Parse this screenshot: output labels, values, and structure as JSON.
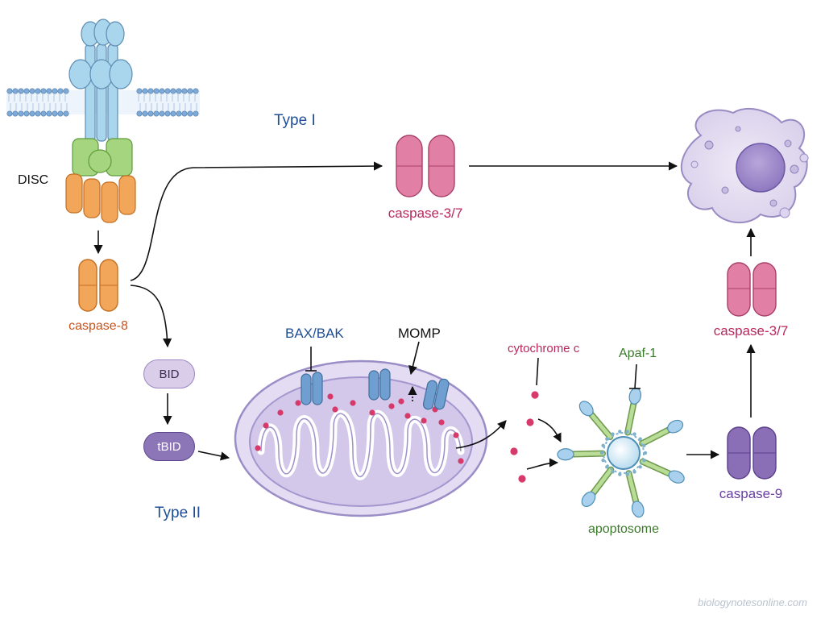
{
  "labels": {
    "disc": "DISC",
    "caspase8": "caspase-8",
    "type1": "Type I",
    "type2": "Type II",
    "caspase37_top": "caspase-3/7",
    "bid": "BID",
    "tbid": "tBID",
    "baxbak": "BAX/BAK",
    "momp": "MOMP",
    "cytochrome_c": "cytochrome c",
    "apaf1": "Apaf-1",
    "apoptosome": "apoptosome",
    "caspase9": "caspase-9",
    "caspase37_right": "caspase-3/7"
  },
  "watermark": "biologynotesonline.com",
  "colors": {
    "membrane": "#7fa9d6",
    "receptor": "#a9d6ec",
    "adaptor": "#a5d67f",
    "caspase8": "#f2a65a",
    "caspase37": "#e27fa4",
    "caspase9": "#8a6fb6",
    "bid": "#d9cdea",
    "tbid": "#8d76b7",
    "mito_outer": "#b7abd8",
    "mito_inner": "#cdbfe6",
    "baxbak": "#6f9fd0",
    "cytochrome": "#d63a6a",
    "apaf1": "#a9cf84",
    "type_label": "#1f4e96",
    "caspase8_label": "#c8541c",
    "caspase37_label": "#b8285d",
    "caspase9_label": "#6a3fa0",
    "apaf_label": "#3b7a2b"
  }
}
